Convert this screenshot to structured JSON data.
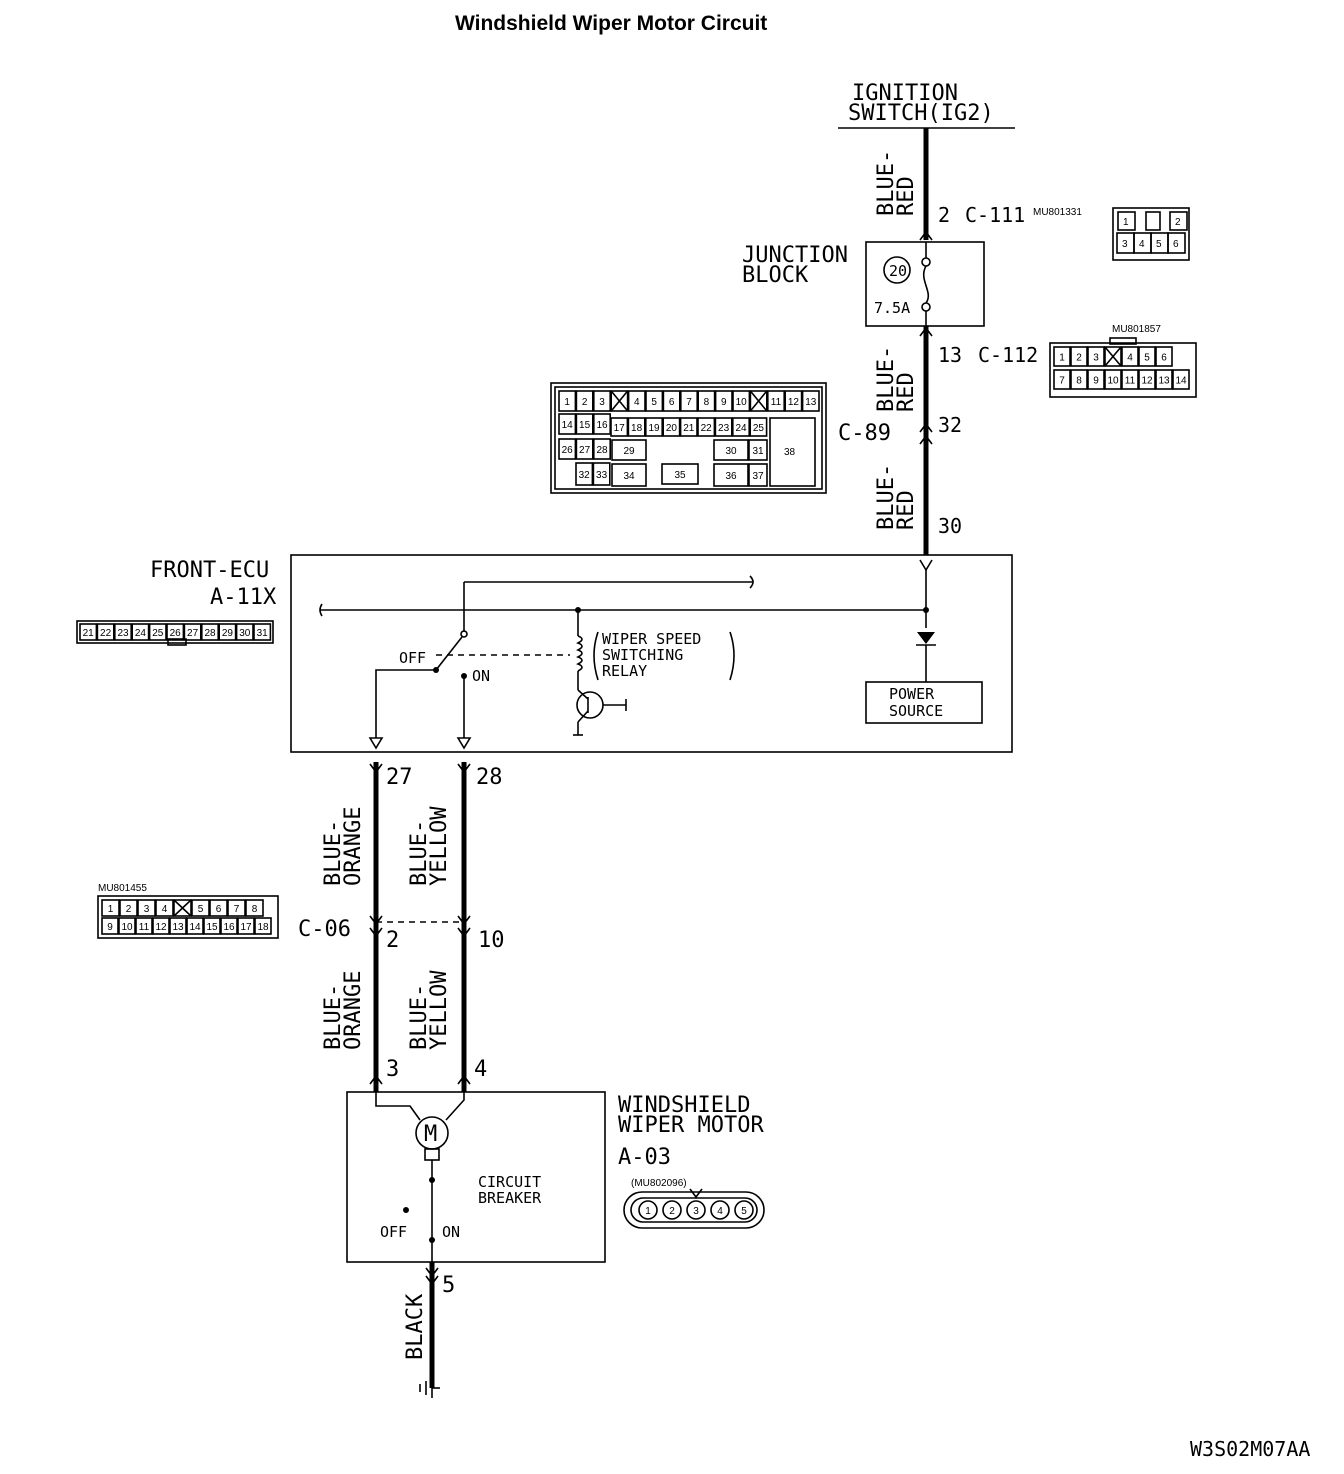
{
  "title": "Windshield Wiper Motor Circuit",
  "figure_code": "W3S02M07AA",
  "colors": {
    "ink": "#000000",
    "paper": "#ffffff"
  },
  "ignition_switch": {
    "line1": "IGNITION",
    "line2": "SWITCH(IG2)"
  },
  "junction_block": {
    "line1": "JUNCTION",
    "line2": "BLOCK",
    "fuse_number": "20",
    "fuse_rating": "7.5A"
  },
  "front_ecu": {
    "name": "FRONT-ECU",
    "id": "A-11X",
    "relay": {
      "line1": "WIPER SPEED",
      "line2": "SWITCHING",
      "line3": "RELAY"
    },
    "switch_off": "OFF",
    "switch_on": "ON",
    "power": {
      "line1": "POWER",
      "line2": "SOURCE"
    },
    "connector_pins": [
      "21",
      "22",
      "23",
      "24",
      "25",
      "26",
      "27",
      "28",
      "29",
      "30",
      "31"
    ]
  },
  "wiper_motor": {
    "line1": "WINDSHIELD",
    "line2": "WIPER MOTOR",
    "id": "A-03",
    "motor_symbol": "M",
    "breaker_line1": "CIRCUIT",
    "breaker_line2": "BREAKER",
    "switch_off": "OFF",
    "switch_on": "ON",
    "part_number": "(MU802096)",
    "connector_pins": [
      "1",
      "2",
      "3",
      "4",
      "5"
    ]
  },
  "connectors": {
    "c111": {
      "pin": "2",
      "name": "C-111",
      "part_number": "MU801331",
      "pins_top": [
        "1",
        "",
        "2"
      ],
      "pins_bottom": [
        "3",
        "4",
        "5",
        "6"
      ]
    },
    "c112": {
      "pin": "13",
      "name": "C-112",
      "part_number": "MU801857",
      "pins_top": [
        "1",
        "2",
        "3",
        "",
        "4",
        "5",
        "6"
      ],
      "pins_bottom": [
        "7",
        "8",
        "9",
        "10",
        "11",
        "12",
        "13",
        "14"
      ]
    },
    "c89": {
      "name": "C-89",
      "pin_in": "32",
      "pin_out": "30",
      "row1": [
        "1",
        "2",
        "3",
        "",
        "4",
        "5",
        "6",
        "7",
        "8",
        "9",
        "10",
        "",
        "11",
        "12",
        "13"
      ],
      "row2": [
        "14",
        "15",
        "16",
        "17",
        "18",
        "19",
        "20",
        "21",
        "22",
        "23",
        "24",
        "25"
      ],
      "row3": [
        "26",
        "27",
        "28",
        "29",
        "30",
        "31"
      ],
      "row4": [
        "32",
        "33",
        "34",
        "35",
        "36",
        "37"
      ],
      "big_pin": "38"
    },
    "c06": {
      "name": "C-06",
      "pin_left": "2",
      "pin_right": "10",
      "part_number": "MU801455",
      "pins_top": [
        "1",
        "2",
        "3",
        "4",
        "",
        "5",
        "6",
        "7",
        "8"
      ],
      "pins_bottom": [
        "9",
        "10",
        "11",
        "12",
        "13",
        "14",
        "15",
        "16",
        "17",
        "18"
      ]
    }
  },
  "ecu_pins": {
    "left": "27",
    "right": "28"
  },
  "motor_pins": {
    "left": "3",
    "right": "4",
    "ground": "5"
  },
  "wires": {
    "blue_red": [
      "BLUE-",
      "RED"
    ],
    "blue_orange": [
      "BLUE-",
      "ORANGE"
    ],
    "blue_yellow": [
      "BLUE-",
      "YELLOW"
    ],
    "black": "BLACK"
  }
}
